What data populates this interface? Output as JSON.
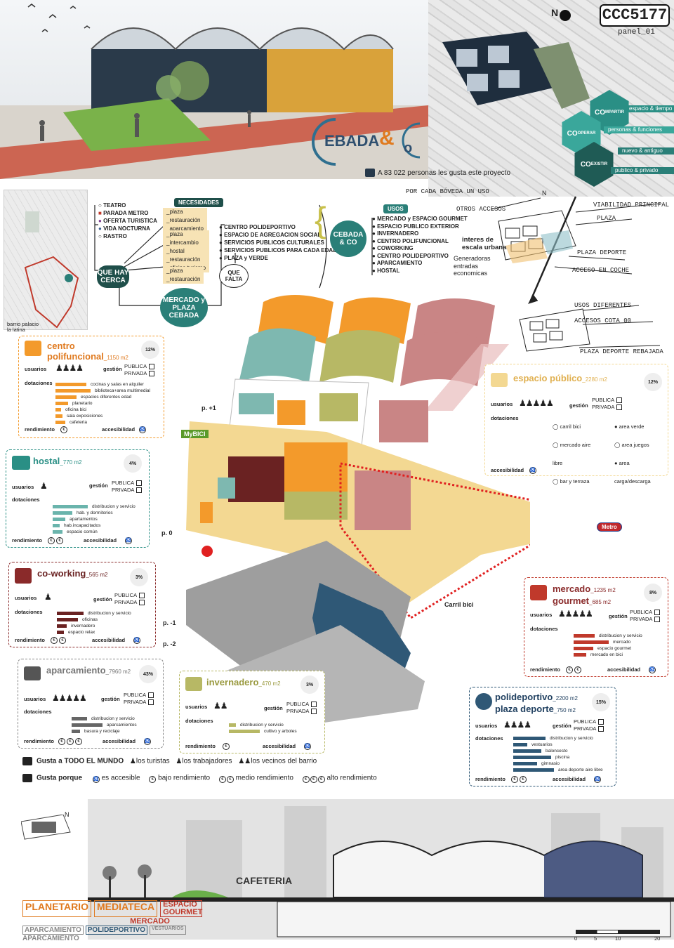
{
  "header": {
    "code": "CCC5177",
    "panel": "panel_01",
    "north": "N",
    "logo_part1": "EBADA",
    "logo_amp": "&",
    "logo_part2": "o",
    "likes": "A 83 022 personas les gusta este proyecto"
  },
  "co_items": [
    {
      "word": "CO",
      "suffix": "MPARTIR",
      "band": "espacio & tiempo"
    },
    {
      "word": "CO",
      "suffix": "OPERAR",
      "band": "personas & funciones"
    },
    {
      "word": "CO",
      "suffix": "EXISTIR",
      "band": "nuevo & antiguo"
    },
    {
      "word": "",
      "suffix": "",
      "band": "publico & privado"
    }
  ],
  "concept_map": {
    "nearby": [
      "TEATRO",
      "PARADA METRO",
      "OFERTA TURISTICA",
      "VIDA NOCTURNA",
      "RASTRO"
    ],
    "que_hay_cerca": "QUE HAY CERCA",
    "necesidades_label": "NECESIDADES",
    "necesidades": [
      [
        "_plaza",
        "_restauración",
        "_aparcamiento"
      ],
      [
        "_plaza",
        "_intercambio",
        "_hostal",
        "_restauración",
        "_oficina turismo"
      ],
      [
        "_plaza",
        "_restauración"
      ]
    ],
    "que_falta_items": [
      "CENTRO POLIDEPORTIVO",
      "ESPACIO DE AGREGACION SOCIAL",
      "SERVICIOS PUBLICOS CULTURALES",
      "SERVICIOS PUBLICOS PARA CADA EDAD",
      "PLAZA y VERDE"
    ],
    "que_falta": "QUE FALTA",
    "center": "MERCADO y PLAZA CEBADA",
    "cebada": "CEBADA & CO",
    "usos_label": "USOS",
    "usos": [
      "MERCADO y ESPACIO GOURMET",
      "ESPACIO PUBLICO EXTERIOR",
      "INVERNADERO",
      "CENTRO POLIFUNCIONAL",
      "COWORKING",
      "CENTRO POLIDEPORTIVO",
      "APARCAMIENTO",
      "HOSTAL"
    ],
    "interes": "interes de escala urbana",
    "generadoras": "Generadoras entradas economicas",
    "map_legend": "barrio palacio\nla latina"
  },
  "sketch_notes": [
    "POR CADA BÓVEDA UN USO",
    "OTROS ACCESOS",
    "VIABILIDAD PRINCIPAL",
    "PLAZA",
    "PLAZA DEPORTE",
    "ACCESO EN COCHE",
    "USOS DIFERENTES",
    "ACCESOS COTA 00",
    "PLAZA DEPORTE REBAJADA",
    "N"
  ],
  "axo_labels": {
    "p1": "p. +1",
    "p0": "p. 0",
    "pm1": "p. -1",
    "pm2": "p. -2",
    "bici": "Carril bici",
    "mybici": "MyBICI",
    "metro": "Metro"
  },
  "cards": {
    "labels": {
      "usuarios": "usuarios",
      "gestion": "gestión",
      "publica": "PUBLICA",
      "privada": "PRIVADA",
      "dotaciones": "dotaciones",
      "rendimiento": "rendimiento",
      "accesibilidad": "accesibilidad"
    },
    "centro": {
      "title": "centro polifuncional",
      "area": "_1150 m2",
      "pct": "12%",
      "items": [
        "cocinas y salas en alquiler",
        "biblioteca+area multimedial",
        "espacios diferentes edad",
        "planetario",
        "oficina bici",
        "sala exposiciones",
        "cafeteria"
      ]
    },
    "hostal": {
      "title": "hostal",
      "area": "_770 m2",
      "pct": "4%",
      "items": [
        "distribucion y servicio",
        "hab. y dormitorios",
        "apartamentos",
        "hab.incapacitados",
        "espacio común"
      ]
    },
    "coworking": {
      "title": "co-working",
      "area": "_565 m2",
      "pct": "3%",
      "items": [
        "distribucion y servicio",
        "oficinas",
        "invernadero",
        "espacio relax"
      ]
    },
    "aparcamiento": {
      "title": "aparcamiento",
      "area": "_7960 m2",
      "pct": "43%",
      "items": [
        "distribucion y servicio",
        "aparcamientos",
        "basura y reciclaje"
      ]
    },
    "invernadero": {
      "title": "invernadero",
      "area": "_470 m2",
      "pct": "3%",
      "items": [
        "distribucion y servicio",
        "cultivo y arboles"
      ]
    },
    "espacio": {
      "title": "espacio público",
      "area": "_2280 m2",
      "pct": "12%",
      "items": [
        "carril bici",
        "area verde",
        "mercado aire libre",
        "area juegos",
        "bar y terraza",
        "area carga/descarga"
      ]
    },
    "mercado": {
      "title": "mercado",
      "area": "_1235 m2",
      "title2": "gourmet",
      "area2": "_685 m2",
      "pct": "8%",
      "items": [
        "distribucion y servicio",
        "mercado",
        "espacio gourmet",
        "mercado en bici"
      ]
    },
    "polideportivo": {
      "title": "polideportivo",
      "area": "_2200 m2",
      "title2": "plaza deporte",
      "area2": "_750 m2",
      "pct": "15%",
      "items": [
        "distribucion y servicio",
        "vestuarios",
        "baloncesto",
        "piscina",
        "gimnasio",
        "area deporte aire libre"
      ]
    }
  },
  "legend": {
    "gusta_todo": "Gusta a TODO EL MUNDO",
    "turistas": "los turistas",
    "trabajadores": "los trabajadores",
    "vecinos": "los vecinos del barrio",
    "gusta_porque": "Gusta porque",
    "accesible": "es accesible",
    "bajo": "bajo rendimiento",
    "medio": "medio rendimiento",
    "alto": "alto rendimiento"
  },
  "section": {
    "cafeteria": "CAFETERIA",
    "stack": [
      "PLANETARIO",
      "MEDIATECA",
      "ESPACIO GOURMET",
      "MERCADO",
      "APARCAMIENTO",
      "POLIDEPORTIVO",
      "VESTUARIOS",
      "APARCAMIENTO"
    ],
    "scale": [
      "0",
      "5",
      "10",
      "20"
    ],
    "north": "N"
  },
  "colors": {
    "teal": "#2a7f78",
    "orange": "#f39a2b",
    "olive": "#b7b865",
    "rose": "#c98585",
    "sand": "#f3d892",
    "navy": "#2f5876",
    "maroon": "#6a2222",
    "gray": "#808080"
  }
}
